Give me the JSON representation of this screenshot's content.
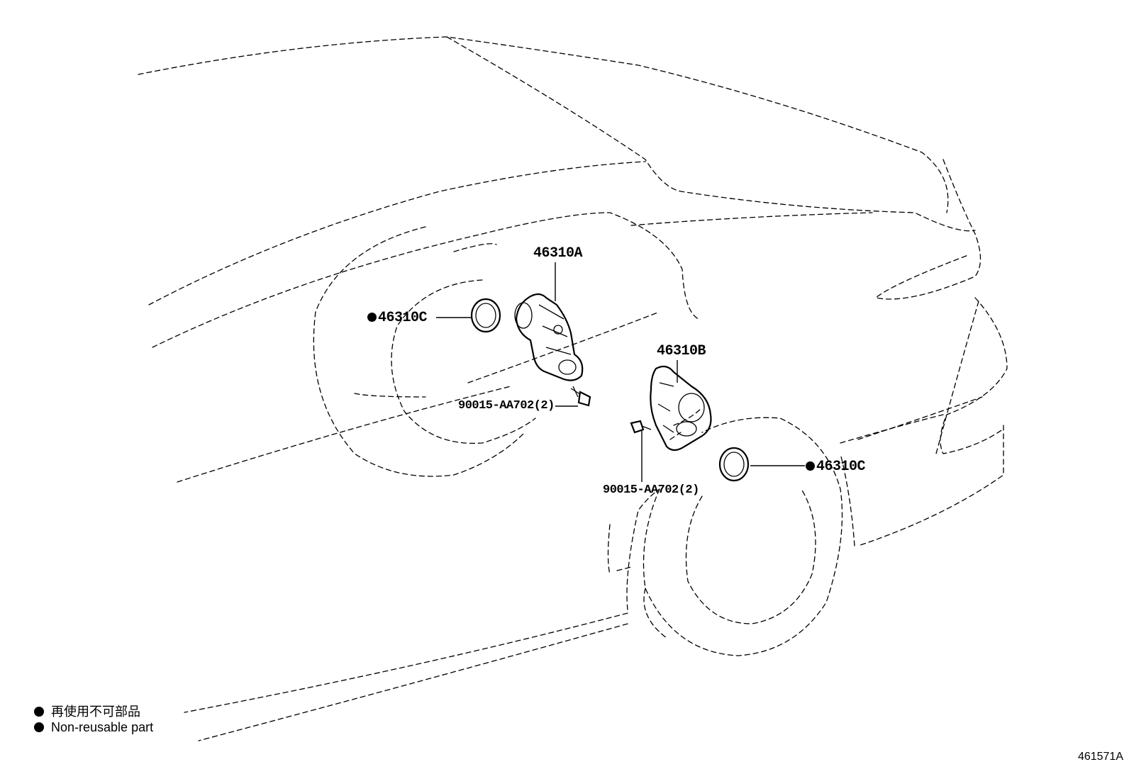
{
  "parts": {
    "motor_a": "46310A",
    "motor_b": "46310B",
    "ring_left": "46310C",
    "ring_right": "46310C",
    "bolt_left": "90015-AA702(2)",
    "bolt_right": "90015-AA702(2)"
  },
  "legend": {
    "line_jp": "再使用不可部品",
    "line_en": "Non-reusable part"
  },
  "figure_id": "461571A"
}
